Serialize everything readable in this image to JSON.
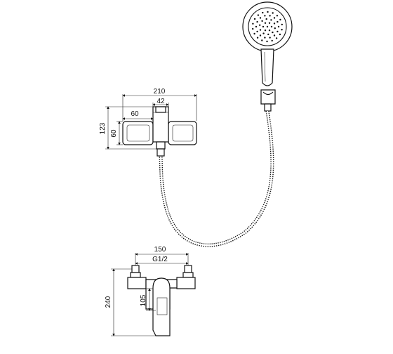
{
  "dimensions": {
    "top_view_width": "210",
    "top_view_center": "42",
    "top_view_handle": "60",
    "top_view_height": "123",
    "top_view_depth": "60",
    "front_view_width": "150",
    "front_view_thread": "G1/2",
    "front_view_spout": "105",
    "front_view_height": "240"
  }
}
